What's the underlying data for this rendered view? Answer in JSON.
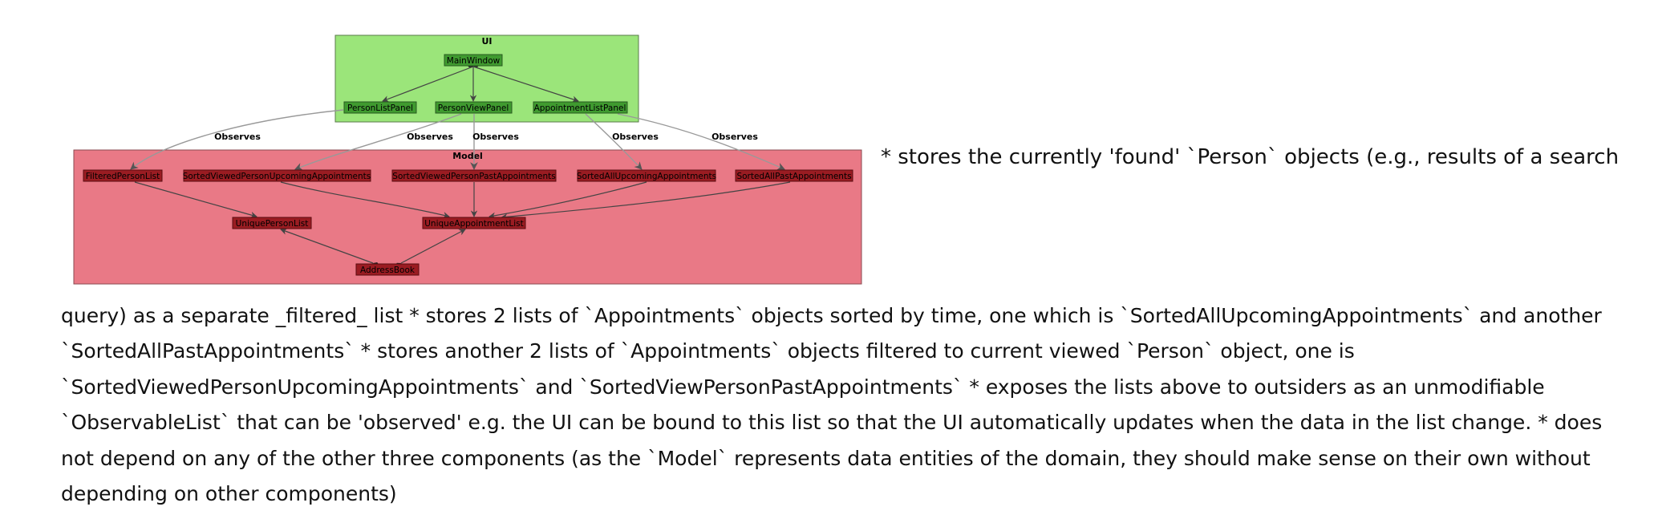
{
  "diagram": {
    "packages": [
      {
        "id": "ui",
        "label": "UI",
        "fill": "#9be57a"
      },
      {
        "id": "model",
        "label": "Model",
        "fill": "#e97986"
      }
    ],
    "nodes": [
      {
        "id": "mw",
        "label": "MainWindow",
        "pkg": "ui",
        "fill": "#3f9a2f"
      },
      {
        "id": "plp",
        "label": "PersonListPanel",
        "pkg": "ui",
        "fill": "#3f9a2f"
      },
      {
        "id": "pvp",
        "label": "PersonViewPanel",
        "pkg": "ui",
        "fill": "#3f9a2f"
      },
      {
        "id": "alp",
        "label": "AppointmentListPanel",
        "pkg": "ui",
        "fill": "#3f9a2f"
      },
      {
        "id": "fpl",
        "label": "FilteredPersonList",
        "pkg": "model",
        "fill": "#9a1c22"
      },
      {
        "id": "svpu",
        "label": "SortedViewedPersonUpcomingAppointments",
        "pkg": "model",
        "fill": "#9a1c22"
      },
      {
        "id": "svpp",
        "label": "SortedViewedPersonPastAppointments",
        "pkg": "model",
        "fill": "#9a1c22"
      },
      {
        "id": "sau",
        "label": "SortedAllUpcomingAppointments",
        "pkg": "model",
        "fill": "#9a1c22"
      },
      {
        "id": "sap",
        "label": "SortedAllPastAppointments",
        "pkg": "model",
        "fill": "#9a1c22"
      },
      {
        "id": "upl",
        "label": "UniquePersonList",
        "pkg": "model",
        "fill": "#9a1c22"
      },
      {
        "id": "ual",
        "label": "UniqueAppointmentList",
        "pkg": "model",
        "fill": "#9a1c22"
      },
      {
        "id": "ab",
        "label": "AddressBook",
        "pkg": "model",
        "fill": "#9a1c22"
      }
    ],
    "edges": [
      {
        "from": "mw",
        "to": "plp",
        "kind": "composition"
      },
      {
        "from": "mw",
        "to": "pvp",
        "kind": "composition"
      },
      {
        "from": "mw",
        "to": "alp",
        "kind": "composition"
      },
      {
        "from": "plp",
        "to": "fpl",
        "kind": "observes",
        "label": "Observes"
      },
      {
        "from": "pvp",
        "to": "svpu",
        "kind": "observes",
        "label": "Observes"
      },
      {
        "from": "pvp",
        "to": "svpp",
        "kind": "observes",
        "label": "Observes"
      },
      {
        "from": "alp",
        "to": "sau",
        "kind": "observes",
        "label": "Observes"
      },
      {
        "from": "alp",
        "to": "sap",
        "kind": "observes",
        "label": "Observes"
      },
      {
        "from": "fpl",
        "to": "upl",
        "kind": "dependency"
      },
      {
        "from": "svpu",
        "to": "ual",
        "kind": "dependency"
      },
      {
        "from": "svpp",
        "to": "ual",
        "kind": "dependency"
      },
      {
        "from": "sau",
        "to": "ual",
        "kind": "dependency"
      },
      {
        "from": "sap",
        "to": "ual",
        "kind": "dependency"
      },
      {
        "from": "ab",
        "to": "upl",
        "kind": "composition"
      },
      {
        "from": "ab",
        "to": "ual",
        "kind": "composition"
      }
    ],
    "colors": {
      "ui_border": "#5a7a4a",
      "model_border": "#8a4a50",
      "edge_line": "#444444",
      "observes_line": "#999999",
      "node_text": "#111111"
    }
  },
  "text": {
    "side": "* stores the currently 'found' `Person` objects (e.g., results of a search",
    "lines": [
      "query) as a separate _filtered_ list * stores 2 lists of `Appointments` objects sorted by time, one which is `SortedAllUpcomingAppointments` and another",
      "`SortedAllPastAppointments` * stores another 2 lists of `Appointments` objects filtered to current viewed `Person` object, one is",
      "`SortedViewedPersonUpcomingAppointments` and `SortedViewPersonPastAppointments` * exposes the lists above to outsiders as an unmodifiable",
      "`ObservableList` that can be 'observed' e.g. the UI can be bound to this list so that the UI automatically updates when the data in the list change. * does",
      "not depend on any of the other three components (as the `Model` represents data entities of the domain, they should make sense on their own without",
      "depending on other components)"
    ]
  }
}
